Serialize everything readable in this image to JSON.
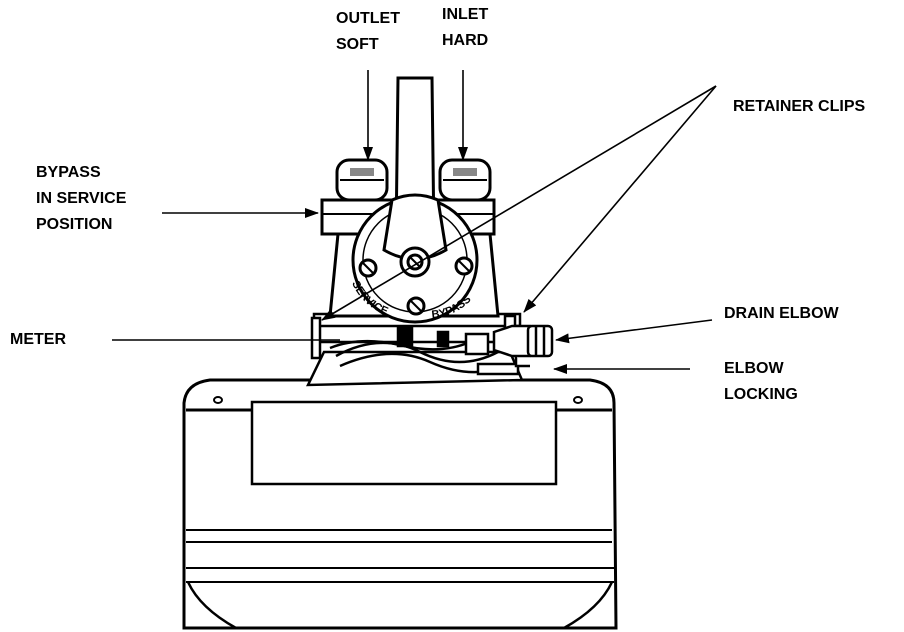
{
  "labels": {
    "outlet": [
      "OUTLET",
      "SOFT"
    ],
    "inlet": [
      "INLET",
      "HARD"
    ],
    "retainer_clips": "RETAINER CLIPS",
    "bypass": [
      "BYPASS",
      "IN SERVICE",
      "POSITION"
    ],
    "meter": "METER",
    "drain_elbow": "DRAIN ELBOW",
    "elbow_locking": [
      "ELBOW",
      "LOCKING"
    ]
  },
  "valve_markings": {
    "service": "SERVICE",
    "bypass": "BYPASS"
  }
}
